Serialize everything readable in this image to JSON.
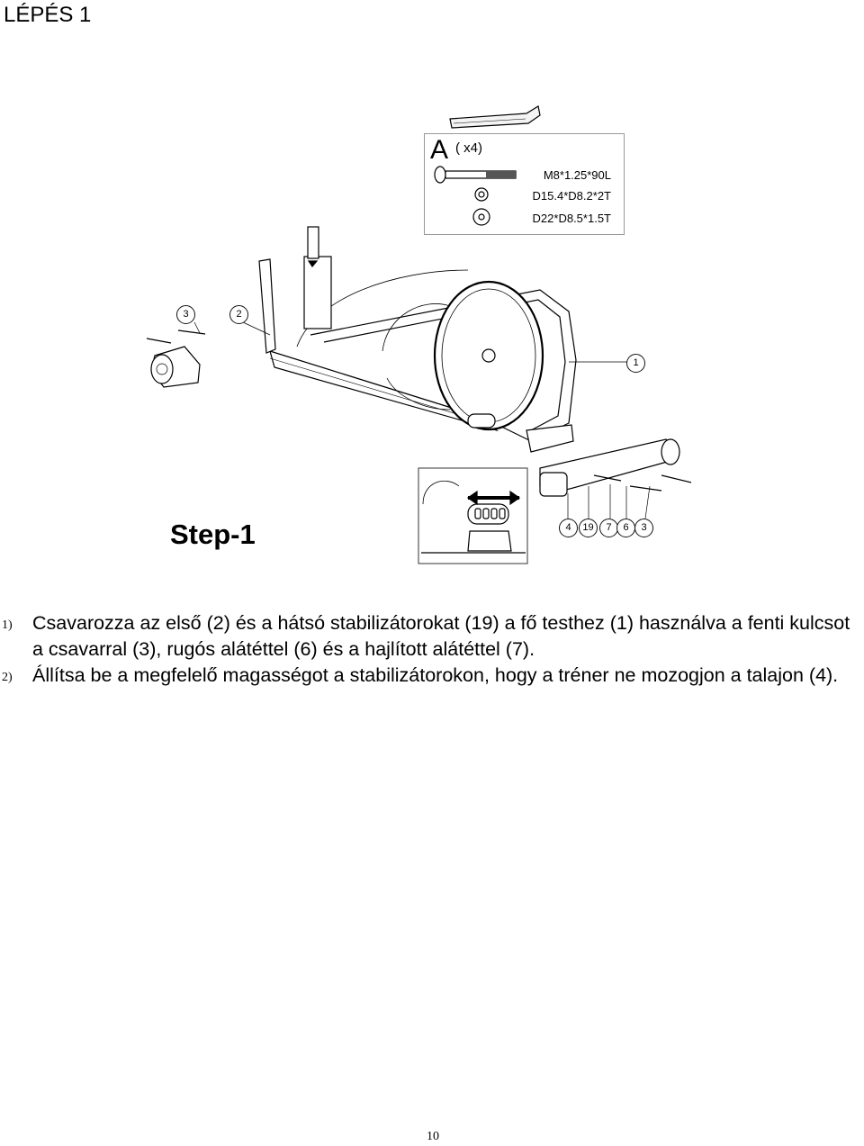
{
  "header": {
    "title": "LÉPÉS 1"
  },
  "hardware": {
    "letter": "A",
    "quantity": "( x4)",
    "items": [
      {
        "spec": "M8*1.25*90L",
        "icon": "bolt-icon"
      },
      {
        "spec": "D15.4*D8.2*2T",
        "icon": "spring-washer-icon"
      },
      {
        "spec": "D22*D8.5*1.5T",
        "icon": "flat-washer-icon"
      }
    ]
  },
  "callouts": {
    "c3": "3",
    "c2": "2",
    "c1": "1",
    "b4": "4",
    "b19": "19",
    "b7": "7",
    "b6": "6",
    "b3": "3"
  },
  "step_label": "Step-1",
  "instructions": [
    {
      "num": "1)",
      "text": "Csavarozza az első (2) és a hátsó stabilizátorokat (19) a fő testhez (1) használva a fenti kulcsot a csavarral (3), rugós alátéttel (6) és a hajlított alátéttel (7)."
    },
    {
      "num": "2)",
      "text": "Állítsa be a megfelelő magasségot a stabilizátorokon, hogy a tréner ne mozogjon a talajon (4)."
    }
  ],
  "page_number": "10"
}
